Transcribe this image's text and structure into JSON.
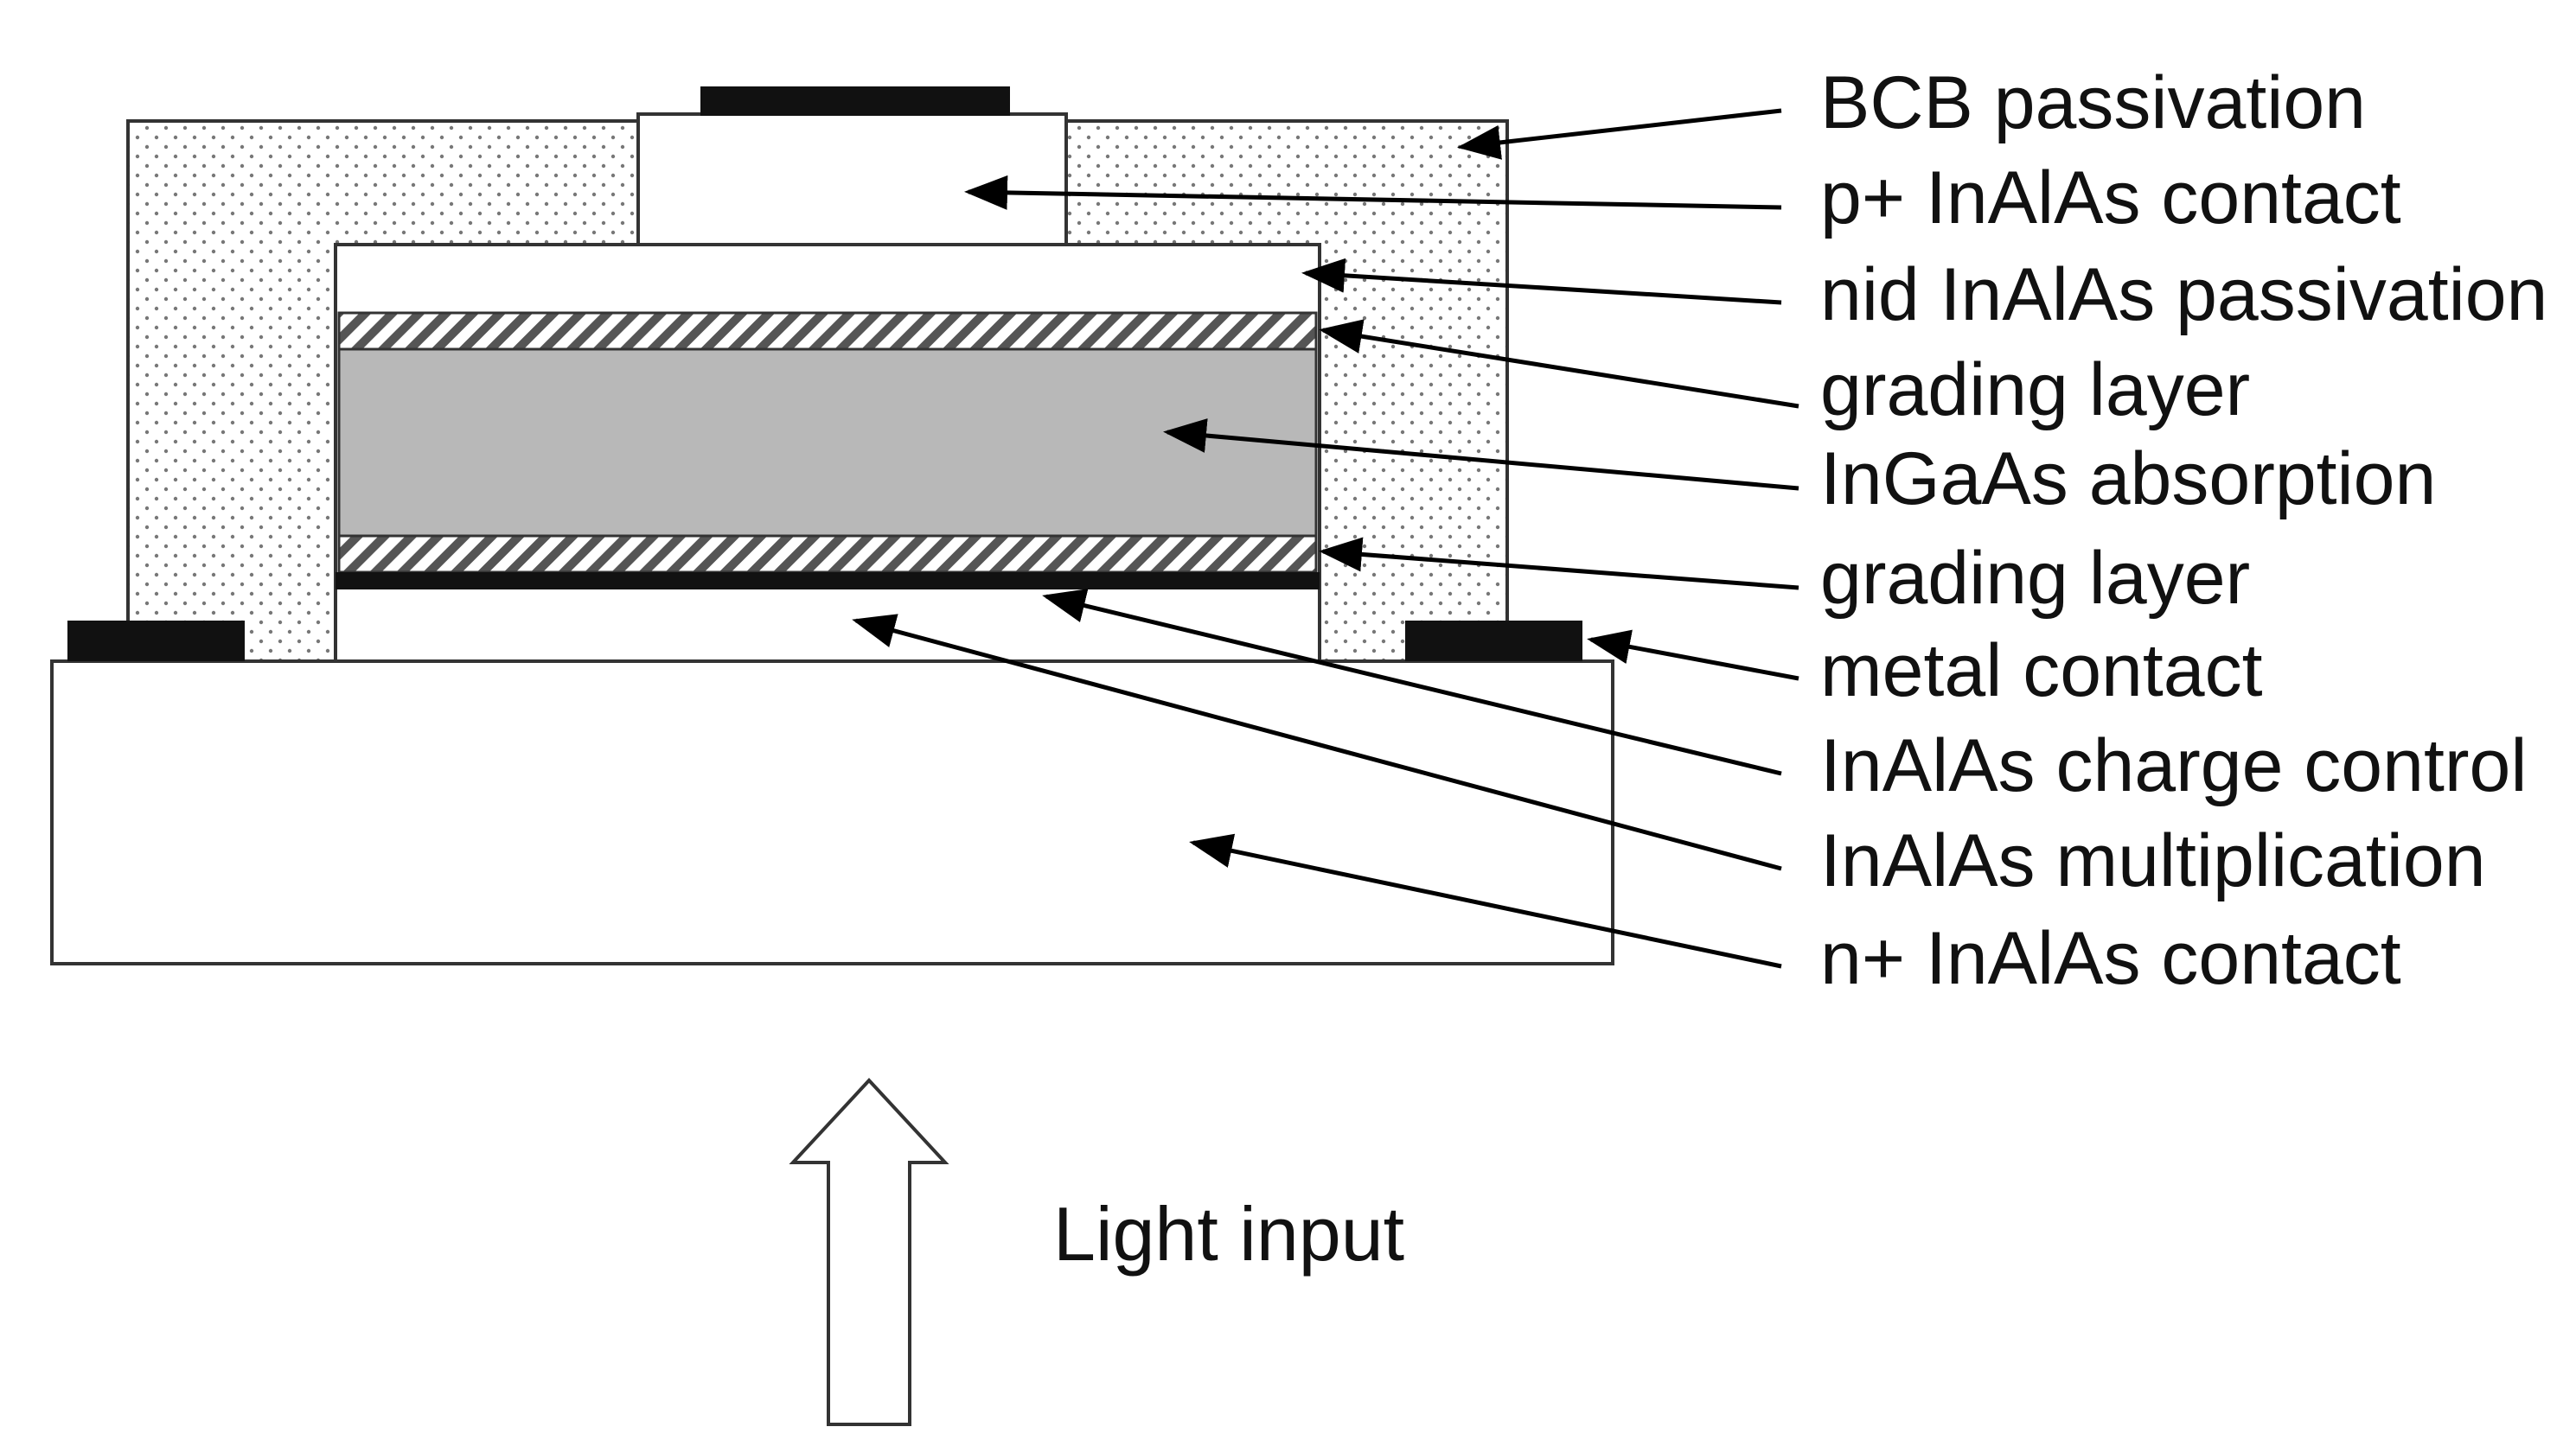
{
  "labels": {
    "bcb_passivation": "BCB passivation",
    "p_contact": "p+ InAlAs contact",
    "nid_passivation": "nid InAlAs passivation",
    "grading_layer_top": "grading layer",
    "absorption": "InGaAs absorption",
    "grading_layer_bottom": "grading layer",
    "metal_contact": "metal contact",
    "charge_control": "InAlAs charge control",
    "multiplication": "InAlAs multiplication",
    "n_contact": "n+ InAlAs contact"
  },
  "light": {
    "label": "Light input"
  },
  "colors": {
    "metal": "#111111",
    "absorption": "#b8b8b8",
    "outline": "#333333",
    "dot": "#777777"
  }
}
